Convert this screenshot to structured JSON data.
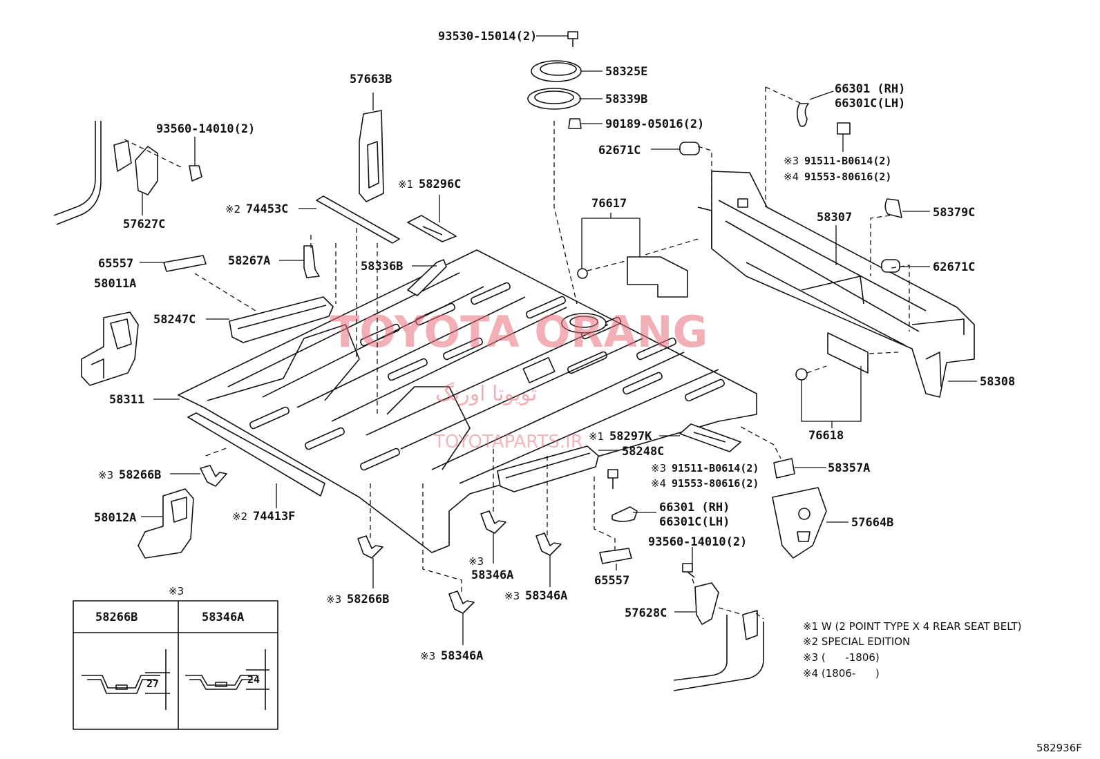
{
  "diagram_code": "582936F",
  "watermark": {
    "brand": "TOYOTA ORANG",
    "persian": "تویوتا اورنگ",
    "site": "TOYOTAPARTS.IR"
  },
  "labels": {
    "p93530": "93530-15014(2)",
    "p58325E": "58325E",
    "p58339B": "58339B",
    "p90189": "90189-05016(2)",
    "p62671C_top": "62671C",
    "p66301_rh_top": "66301 (RH)",
    "p66301C_lh_top": "66301C(LH)",
    "p91511_top": "91511-B0614(2)",
    "p91553_top": "91553-80616(2)",
    "p57663B": "57663B",
    "p93560_top": "93560-14010(2)",
    "p57627C": "57627C",
    "p58296C": "58296C",
    "p74453C": "74453C",
    "p76617": "76617",
    "p58307": "58307",
    "p58379C": "58379C",
    "p65557_left": "65557",
    "p58267A": "58267A",
    "p58336B": "58336B",
    "p62671C_right": "62671C",
    "p58011A": "58011A",
    "p58247C": "58247C",
    "p58311": "58311",
    "p58308": "58308",
    "p76618": "76618",
    "p58297K": "58297K",
    "p58248C": "58248C",
    "p91511_mid": "91511-B0614(2)",
    "p91553_mid": "91553-80616(2)",
    "p58357A": "58357A",
    "p58266B_left": "58266B",
    "p74413F": "74413F",
    "p58012A": "58012A",
    "p66301_rh_mid": "66301 (RH)",
    "p66301C_lh_mid": "66301C(LH)",
    "p57664B": "57664B",
    "p93560_mid": "93560-14010(2)",
    "p58346A_a": "58346A",
    "p58346A_b": "58346A",
    "p58266B_bottom": "58266B",
    "p65557_bottom": "65557",
    "p57628C": "57628C",
    "p58346A_c": "58346A"
  },
  "markers": {
    "m1": "※1",
    "m2": "※2",
    "m3": "※3",
    "m4": "※4"
  },
  "inset": {
    "marker": "※3",
    "col1_title": "58266B",
    "col2_title": "58346A",
    "col1_dim": "27",
    "col2_dim": "24"
  },
  "notes": [
    "※1 W (2 POINT TYPE X 4 REAR SEAT BELT)",
    "※2 SPECIAL EDITION",
    "※3 (      -1806)",
    "※4 (1806-      )"
  ]
}
